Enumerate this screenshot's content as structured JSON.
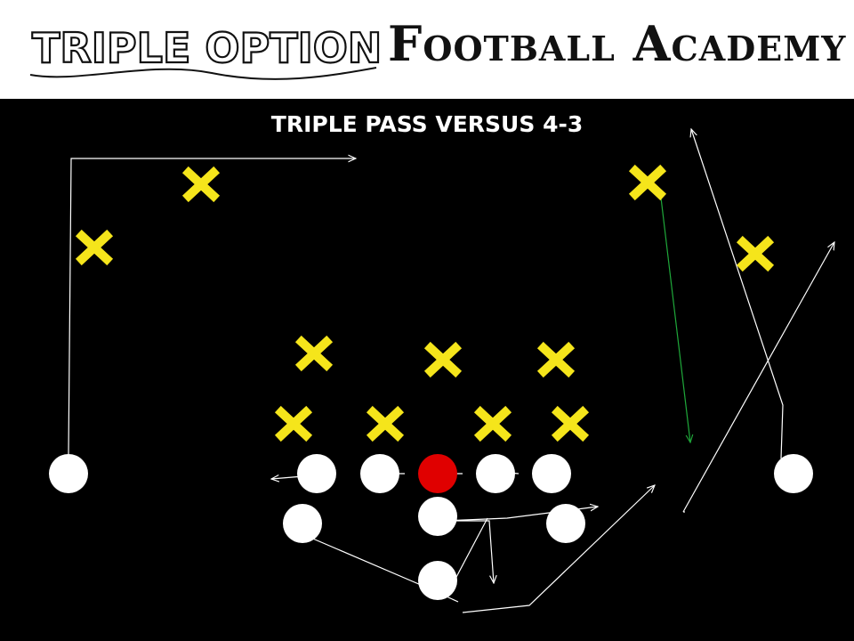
{
  "header": {
    "logo_left_text": "TRIPLE OPTION",
    "logo_right_text": "Football Academy"
  },
  "play": {
    "title": "TRIPLE PASS VERSUS 4-3"
  },
  "colors": {
    "defense": "#f5e51b",
    "offense": "#ffffff",
    "center": "#e00000",
    "route": "#ffffff",
    "highlight_route": "#1fa83a",
    "background": "#000000"
  }
}
